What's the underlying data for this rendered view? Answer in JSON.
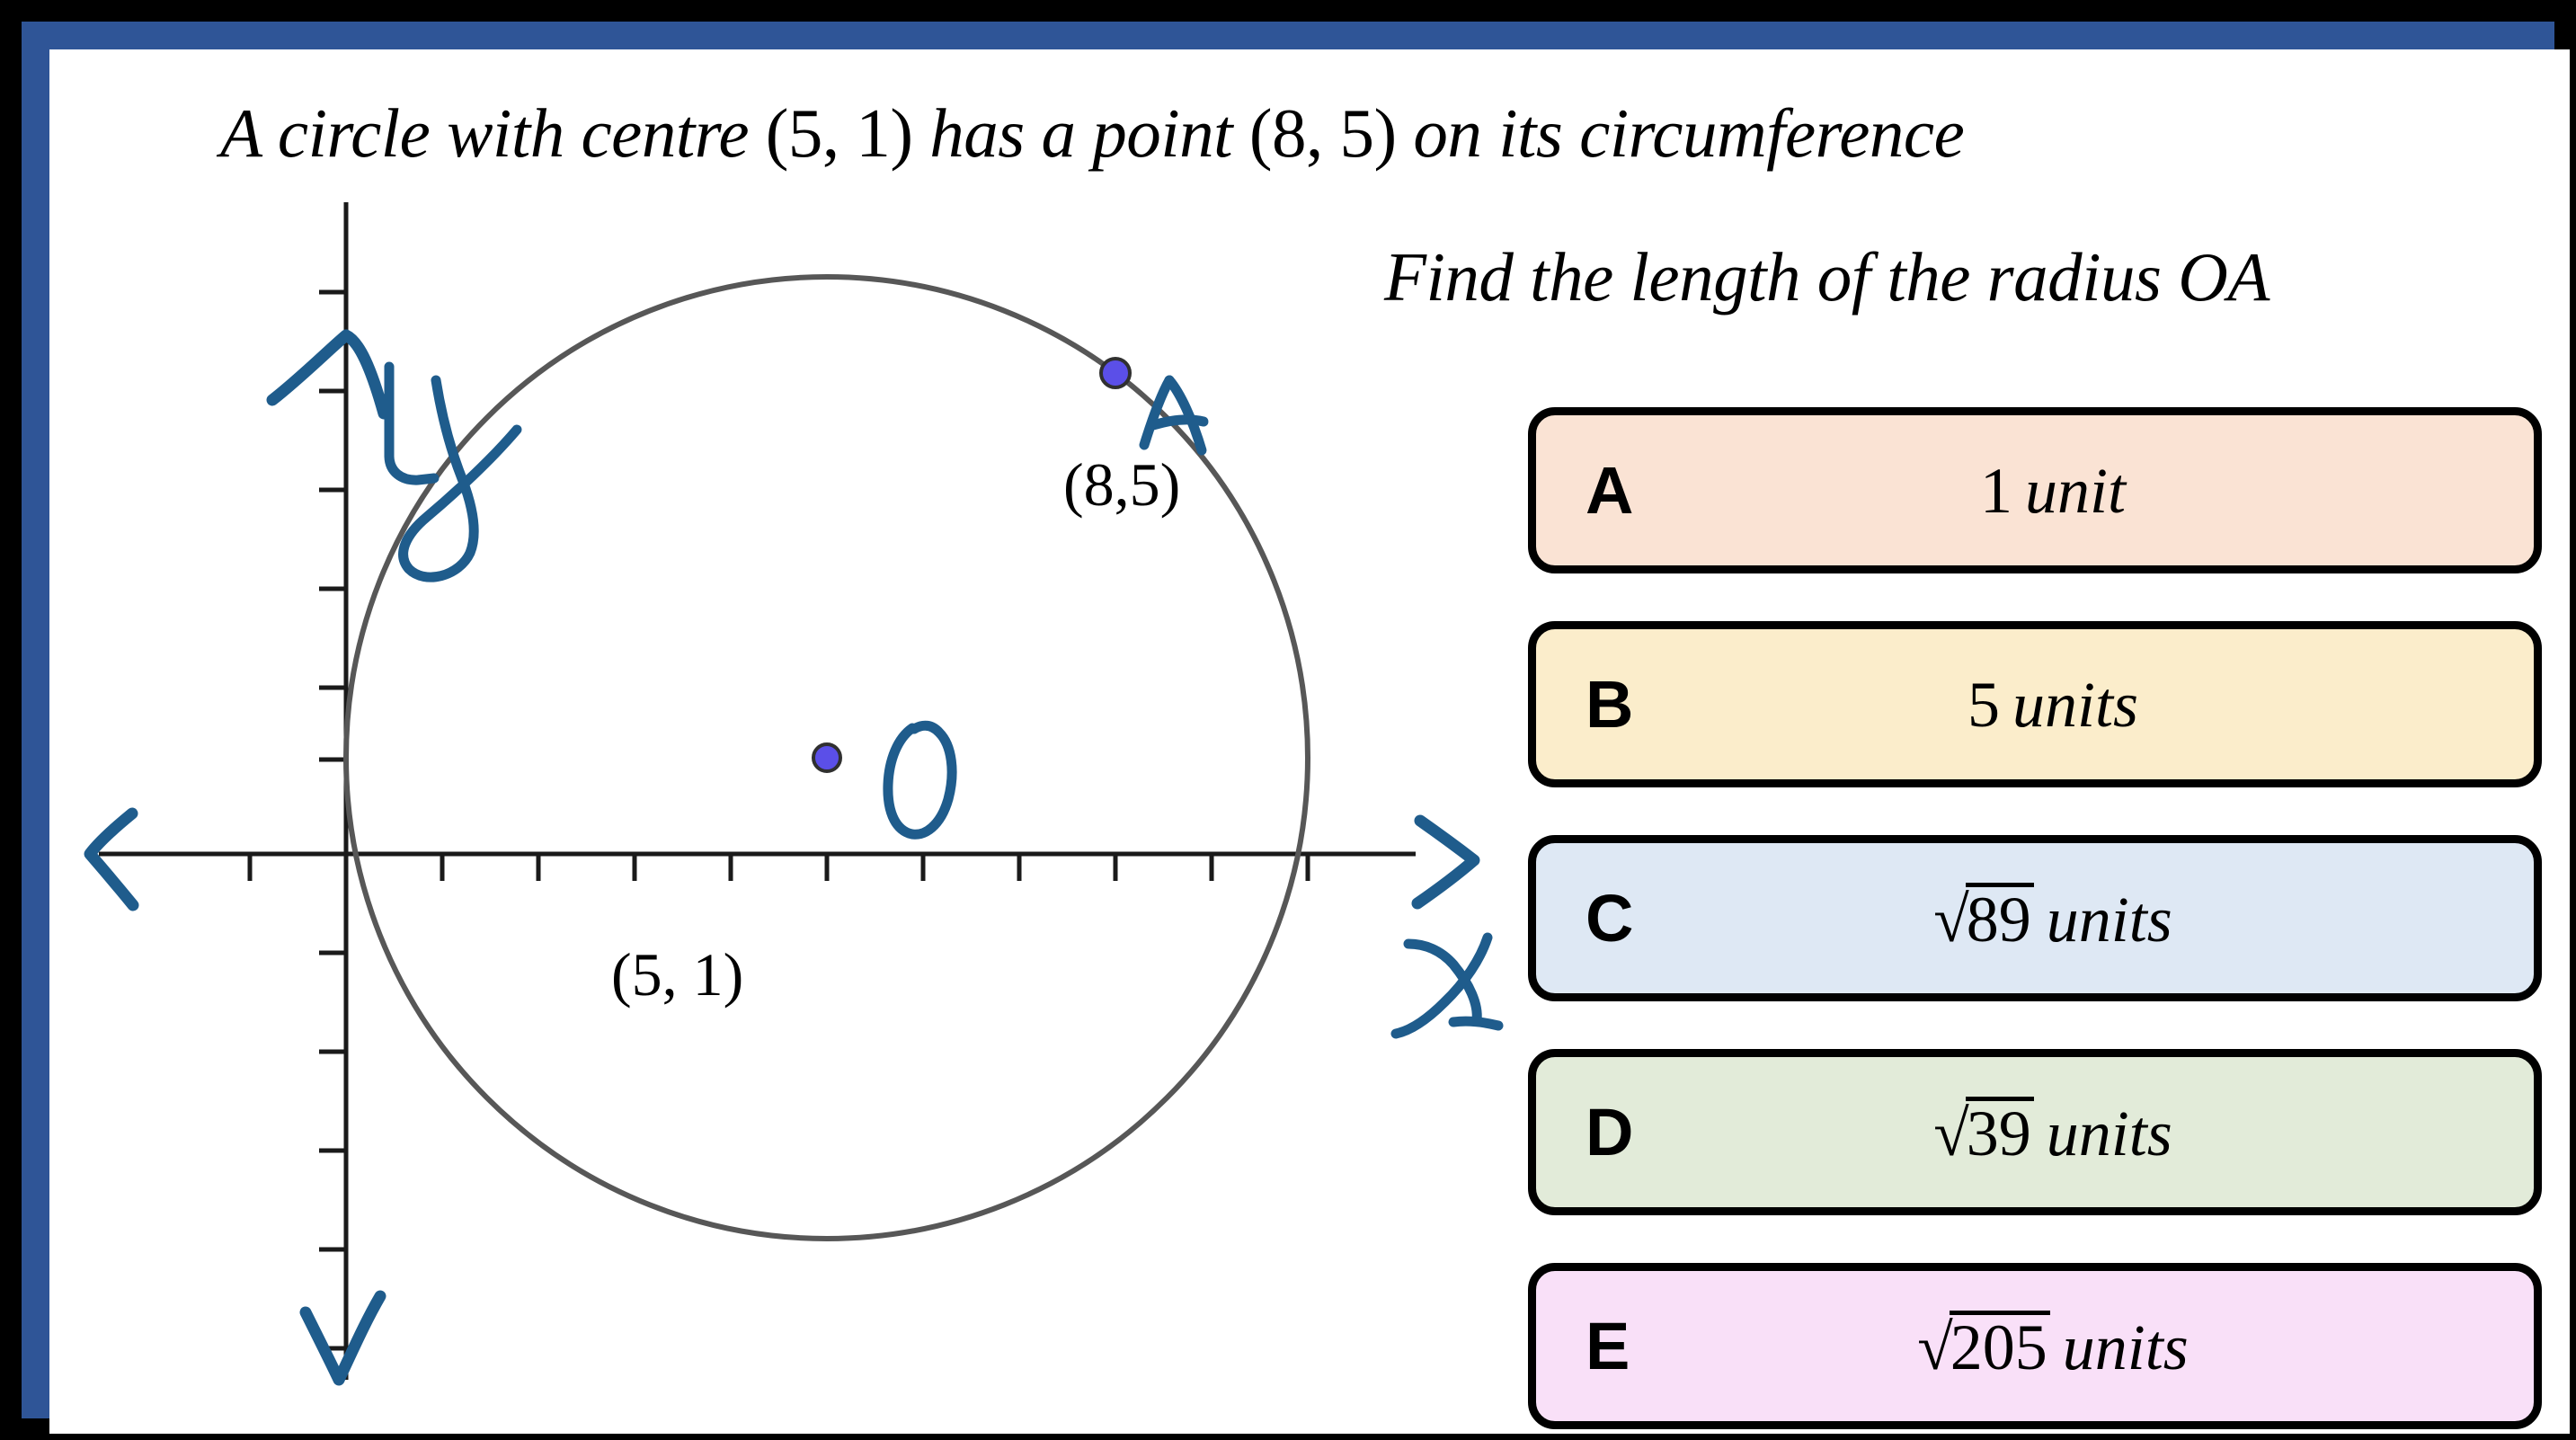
{
  "frame": {
    "outer_color": "#000000",
    "inner_rule_color": "#2F5597",
    "page_color": "#FFFFFF"
  },
  "question": {
    "line1_part1": "A circle with centre ",
    "line1_centre": "(5, 1)",
    "line1_part2": " has a point ",
    "line1_point": "(8, 5)",
    "line1_part3": " on its circumference",
    "line2": "Find the length of the radius OA"
  },
  "diagram": {
    "axis_color": "#1A1A1A",
    "circle_color": "#575757",
    "ink_color": "#1F5C8C",
    "point_fill": "#5B4FE8",
    "point_stroke": "#303030",
    "x_axis_label": "x",
    "y_axis_label": "y",
    "centre_label": "(5, 1)",
    "centre_ink_label": "O",
    "point_a_label": "(8,5)",
    "point_a_ink_label": "A",
    "centre_coords": [
      5,
      1
    ],
    "point_a_coords": [
      8,
      5
    ],
    "x_tick_count": 13,
    "y_tick_count": 9
  },
  "options": [
    {
      "letter": "A",
      "value": "1",
      "unit": "unit",
      "is_root": false,
      "color": "#FAE3D4",
      "full_text": "1 unit"
    },
    {
      "letter": "B",
      "value": "5",
      "unit": "units",
      "is_root": false,
      "color": "#FBEDCB",
      "full_text": "5 units"
    },
    {
      "letter": "C",
      "value": "89",
      "unit": "units",
      "is_root": true,
      "color": "#DEE8F4",
      "full_text": "√89 units"
    },
    {
      "letter": "D",
      "value": "39",
      "unit": "units",
      "is_root": true,
      "color": "#E2EBD9",
      "full_text": "√39 units"
    },
    {
      "letter": "E",
      "value": "205",
      "unit": "units",
      "is_root": true,
      "color": "#F9E0F8",
      "full_text": "√205 units"
    }
  ]
}
